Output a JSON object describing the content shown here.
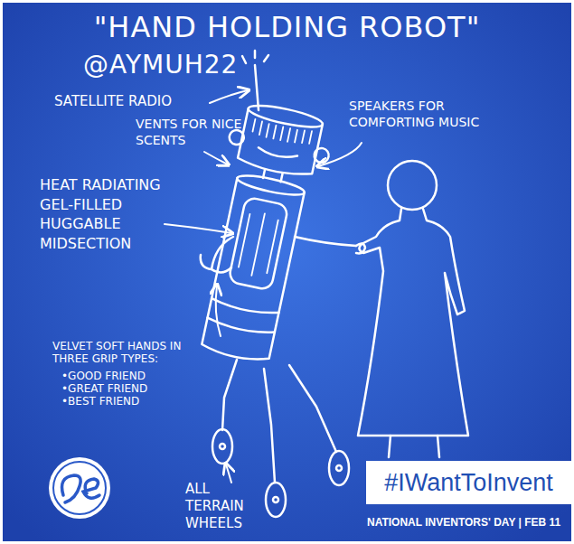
{
  "diagram": {
    "title": "\"HAND HOLDING ROBOT\"",
    "nodes": [
      {
        "text": [
          "#IWantToInvent"
        ]
      }
    ],
    "labels": [
      "@AYMUH22",
      "SATELLITE RADIO",
      "SPEAKERS FOR COMFORTING MUSIC",
      "VENTS FOR NICE SCENTS",
      "HEAT RADIATING GEL-FILLED HUGGABLE MIDSECTION",
      "VELVET SOFT HANDS IN THREE GRIP TYPES:",
      "•GOOD FRIEND",
      "•GREAT FRIEND",
      "•BEST FRIEND",
      "ALL TERRAIN WHEELS",
      "NATIONAL INVENTORS' DAY | FEB 11"
    ]
  }
}
